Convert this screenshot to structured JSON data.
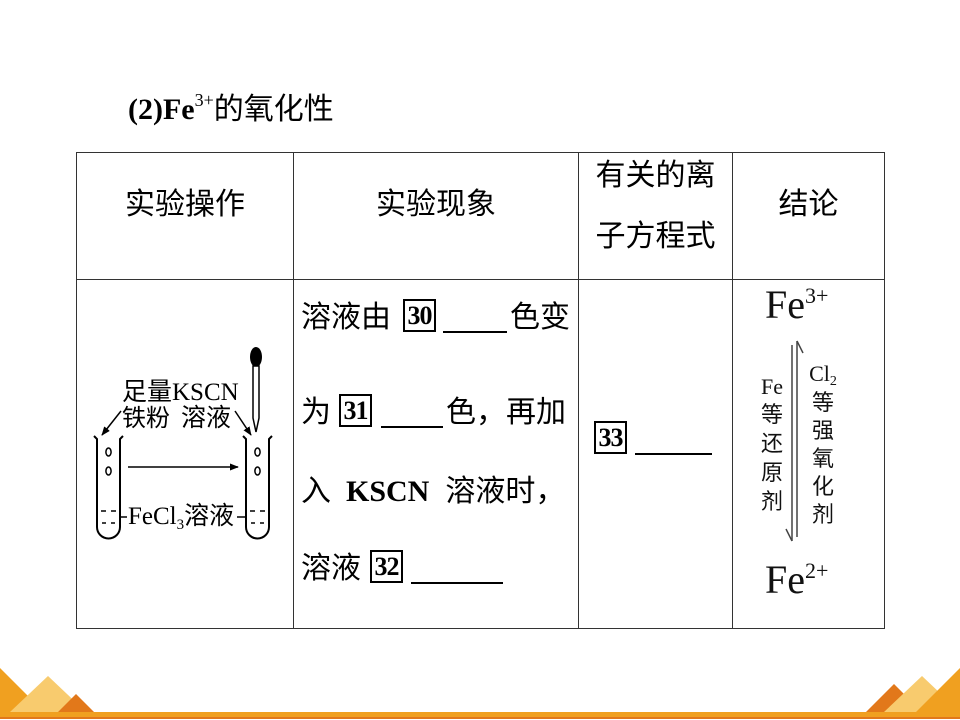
{
  "title": {
    "prefix": "(2)Fe",
    "charge": "3+",
    "suffix": "的氧化性"
  },
  "table": {
    "headers": {
      "operation": "实验操作",
      "phenomenon": "实验现象",
      "equation_lines": [
        "有关的离",
        "子方程式"
      ],
      "conclusion": "结论"
    },
    "operation": {
      "reagent_label": "足量KSCN",
      "left_reagent": "铁粉",
      "right_reagent": "溶液",
      "solution": {
        "formula": "FeCl",
        "subscript": "3",
        "suffix": "溶液"
      }
    },
    "phenomenon": {
      "lines": [
        {
          "before": "溶液由",
          "number": "30",
          "after": "色变"
        },
        {
          "before": "为",
          "number": "31",
          "after": "色，再加"
        },
        {
          "before": "入",
          "reagent": "KSCN",
          "after": "溶液时，"
        },
        {
          "before": "溶液",
          "number": "32"
        }
      ]
    },
    "equation": {
      "number": "33"
    },
    "conclusion": {
      "top": {
        "symbol": "Fe",
        "charge": "3+"
      },
      "bottom": {
        "symbol": "Fe",
        "charge": "2+"
      },
      "reducer": {
        "formula": "Fe",
        "text": "等还原剂"
      },
      "oxidizer": {
        "formula": "Cl",
        "subscript": "2",
        "text": "等强氧化剂"
      }
    }
  },
  "theme": {
    "text_color": "#000000",
    "rule_color": "#333333",
    "accent_orange": "#F0A020",
    "accent_light": "#F8CB6E",
    "accent_dark": "#E2781A"
  }
}
